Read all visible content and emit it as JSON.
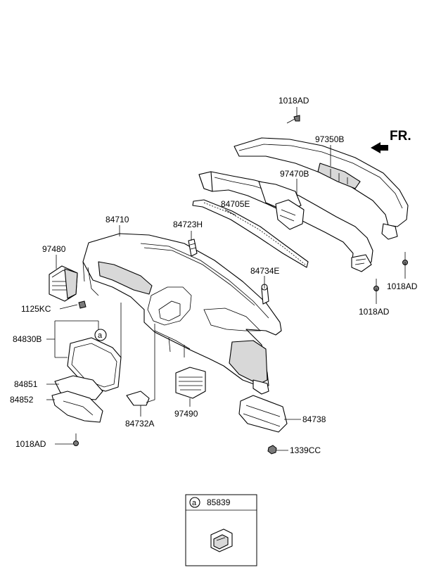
{
  "front_indicator": "FR.",
  "callout_marker": "a",
  "parts": {
    "p1018ad_top": "1018AD",
    "p97350b": "97350B",
    "p97470b": "97470B",
    "p84705e": "84705E",
    "p84710": "84710",
    "p84723h": "84723H",
    "p97480": "97480",
    "p84734e": "84734E",
    "p1018ad_right": "1018AD",
    "p1018ad_mid": "1018AD",
    "p1125kc": "1125KC",
    "p84830b": "84830B",
    "p84851": "84851",
    "p84852": "84852",
    "p84732a": "84732A",
    "p97490": "97490",
    "p84738": "84738",
    "p1339cc": "1339CC",
    "p1018ad_bottom": "1018AD"
  },
  "detail_box": {
    "marker": "a",
    "part": "85839"
  },
  "colors": {
    "line": "#000000",
    "shade": "#d8d8d8",
    "background": "#ffffff"
  }
}
